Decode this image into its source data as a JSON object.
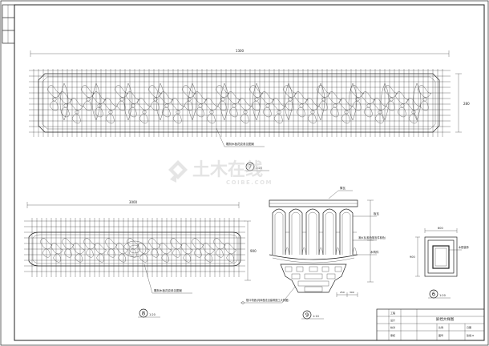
{
  "sheet": {
    "title_block": {
      "drawing_title": "屏挡大样图",
      "cells": [
        "工程",
        "设计",
        "校对",
        "审核",
        "比例",
        "图号",
        "日期",
        "建施-8"
      ]
    },
    "side_tabs": [
      "",
      "",
      ""
    ]
  },
  "views": {
    "top_panel": {
      "width_dim": "1300",
      "height_dim": "280",
      "note": "雕刻木板花纹参见图案",
      "mark_number": "7",
      "mark_scale": "1:20"
    },
    "left_panel": {
      "width_dim": "3000",
      "height_dim": "900",
      "note": "雕刻木板花纹参见图案",
      "mark_number": "8",
      "mark_scale": "1:20"
    },
    "roof_section": {
      "labels": [
        "筒瓦",
        "板瓦",
        "滴水瓦(颜色随瓦件颜色)",
        "木构件"
      ],
      "dims": [
        "250",
        "300"
      ],
      "note": "檐口构造(具体做法见建筑施工大样图)",
      "mark_number": "9",
      "mark_scale": "1:10"
    },
    "small_detail": {
      "top_dim": "600",
      "side_dim": "900",
      "label": "木框装饰",
      "mark_number": "6",
      "mark_scale": "1:20"
    }
  },
  "watermark": {
    "brand": "土木在线",
    "url": "COIBE.COM"
  },
  "colors": {
    "line": "#222222",
    "watermark": "#d9d9d9",
    "paper": "#ffffff"
  }
}
